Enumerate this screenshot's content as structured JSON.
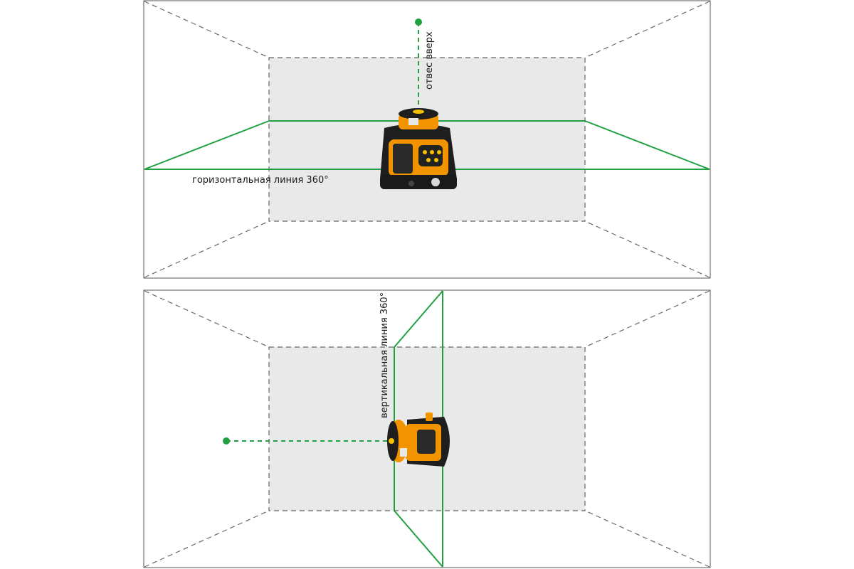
{
  "panel_top": {
    "horizontal_line_label": "горизонтальная линия 360°",
    "plumb_up_label": "отвес вверх"
  },
  "panel_bottom": {
    "vertical_line_label": "вертикальная линия 360°"
  },
  "colors": {
    "laser": "#20a040",
    "wall": "#e9e9e9",
    "frame": "#555555",
    "dash": "#666666",
    "device_orange": "#f29400",
    "device_body": "#1e1e1e"
  }
}
